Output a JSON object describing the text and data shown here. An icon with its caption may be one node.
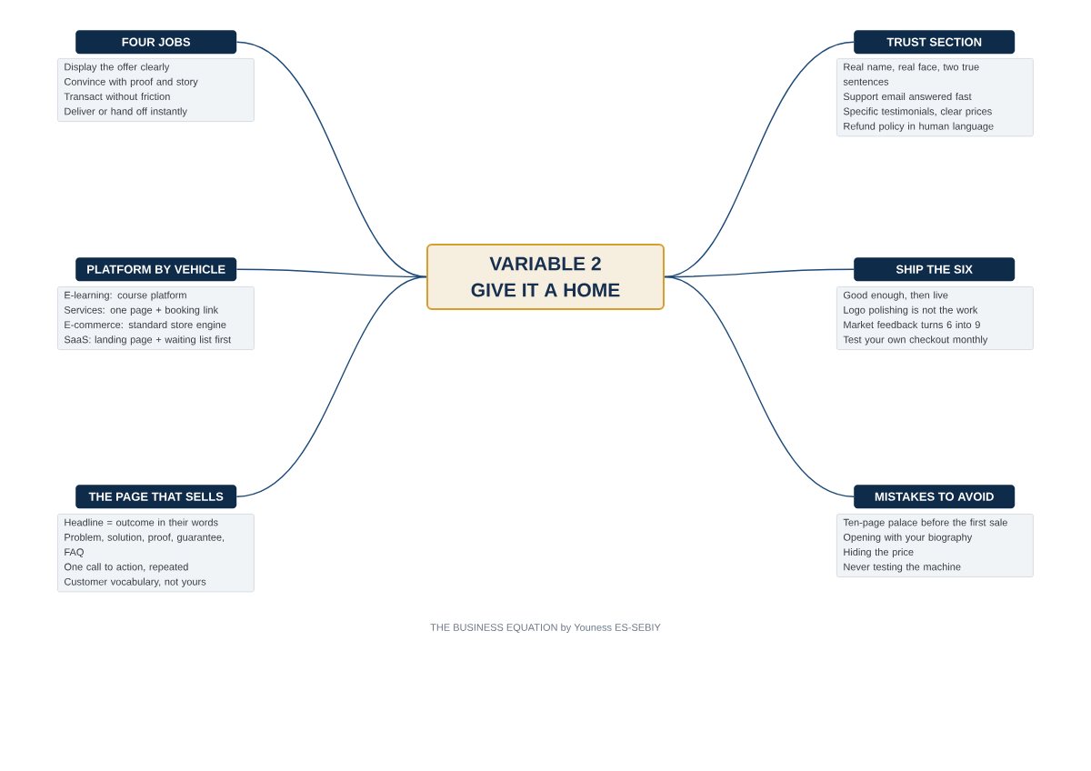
{
  "diagram": {
    "nodes": [
      {
        "text": [
          "VARIABLE 2",
          "GIVE IT A HOME"
        ]
      },
      {
        "text": [
          "FOUR JOBS"
        ]
      },
      {
        "text": [
          "Display the offer clearly",
          "Convince with proof and story",
          "Transact without friction",
          "Deliver or hand off instantly"
        ]
      },
      {
        "text": [
          "TRUST SECTION"
        ]
      },
      {
        "text": [
          "Real name, real face, two true sentences",
          "Support email answered fast",
          "Specific testimonials, clear prices",
          "Refund policy in human language"
        ]
      },
      {
        "text": [
          "PLATFORM BY VEHICLE"
        ]
      },
      {
        "text": [
          "E-learning: course platform",
          "Services: one page + booking link",
          "E-commerce: standard store engine",
          "SaaS: landing page + waiting list first"
        ]
      },
      {
        "text": [
          "SHIP THE SIX"
        ]
      },
      {
        "text": [
          "Good enough, then live",
          "Logo polishing is not the work",
          "Market feedback turns 6 into 9",
          "Test your own checkout monthly"
        ]
      },
      {
        "text": [
          "THE PAGE THAT SELLS"
        ]
      },
      {
        "text": [
          "Headline = outcome in their words",
          "Problem, solution, proof, guarantee, FAQ",
          "One call to action, repeated",
          "Customer vocabulary, not yours"
        ]
      },
      {
        "text": [
          "MISTAKES TO AVOID"
        ]
      },
      {
        "text": [
          "Ten-page palace before the first sale",
          "Opening with your biography",
          "Hiding the price",
          "Never testing the machine"
        ]
      }
    ],
    "edges": [
      {
        "from": 0,
        "to": 1,
        "arrow": "none"
      },
      {
        "from": 0,
        "to": 3,
        "arrow": "none"
      },
      {
        "from": 0,
        "to": 5,
        "arrow": "none"
      },
      {
        "from": 0,
        "to": 7,
        "arrow": "none"
      },
      {
        "from": 0,
        "to": 9,
        "arrow": "none"
      },
      {
        "from": 0,
        "to": 11,
        "arrow": "none"
      }
    ],
    "labels": [
      "THE BUSINESS EQUATION by Youness ES-SEBIY"
    ]
  }
}
